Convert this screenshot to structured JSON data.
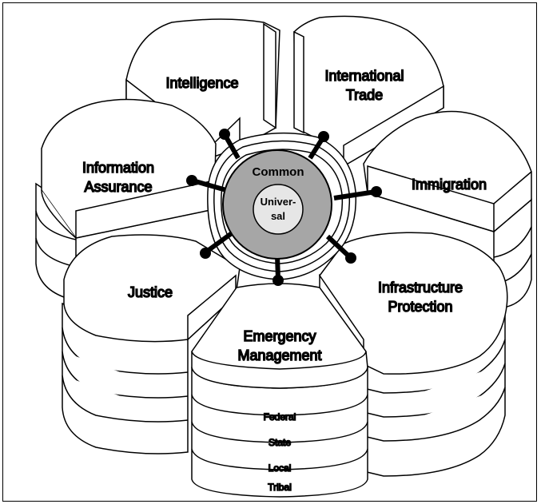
{
  "sectors": [
    {
      "line1": "Intelligence",
      "line2": ""
    },
    {
      "line1": "International",
      "line2": "Trade"
    },
    {
      "line1": "Information",
      "line2": "Assurance"
    },
    {
      "line1": "Immigration",
      "line2": ""
    },
    {
      "line1": "Justice",
      "line2": ""
    },
    {
      "line1": "Infrastructure",
      "line2": "Protection"
    },
    {
      "line1": "Emergency",
      "line2": "Management"
    }
  ],
  "core": {
    "outer": "Common",
    "inner_line1": "Univer-",
    "inner_line2": "sal"
  },
  "levels": [
    "Federal",
    "State",
    "Local",
    "Tribal"
  ],
  "colors": {
    "line": "#000000",
    "petal_fill": "#ffffff",
    "common_fill": "#a6a6a6",
    "universal_fill": "#e6e6e6",
    "connector": "#000000"
  }
}
